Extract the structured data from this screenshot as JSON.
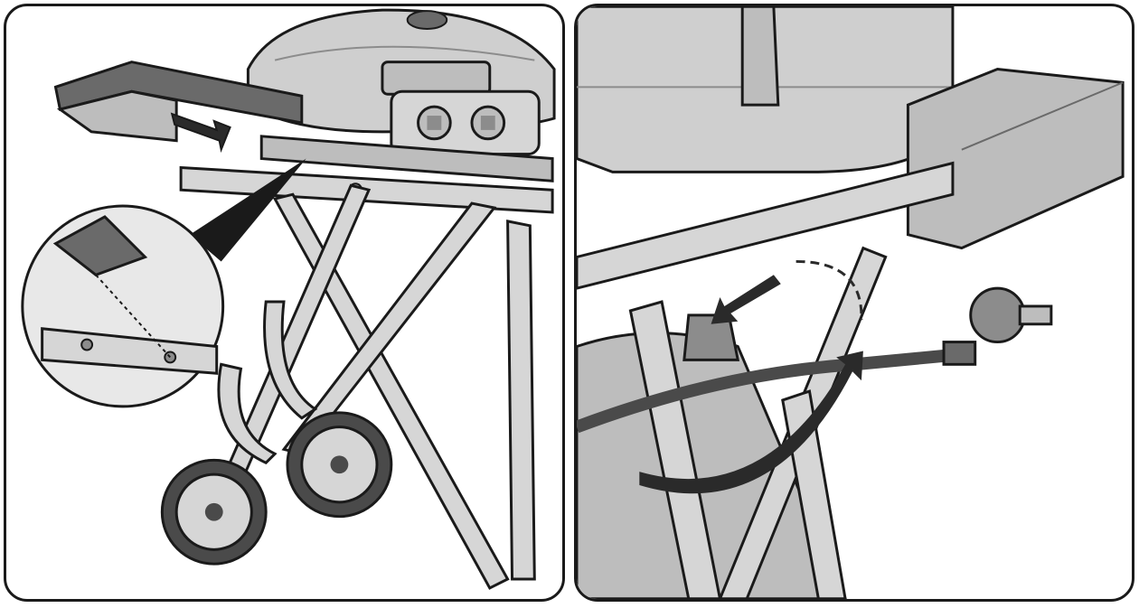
{
  "figure": {
    "panels": [
      {
        "id": "left",
        "depicts": "grill-side-table-attach"
      },
      {
        "id": "right",
        "depicts": "gas-hose-connection"
      }
    ],
    "icons": [
      "grill-lid-icon",
      "control-knob-icon",
      "wheel-icon",
      "side-table-icon",
      "gas-cylinder-icon",
      "regulator-icon",
      "hose-icon",
      "direction-arrow-icon"
    ],
    "colors": {
      "line": "#1a1a1a",
      "metal_light": "#d6d6d6",
      "metal_mid": "#bdbdbd",
      "metal_dark": "#8c8c8c",
      "rubber": "#4a4a4a",
      "arrow": "#2a2a2a"
    }
  }
}
